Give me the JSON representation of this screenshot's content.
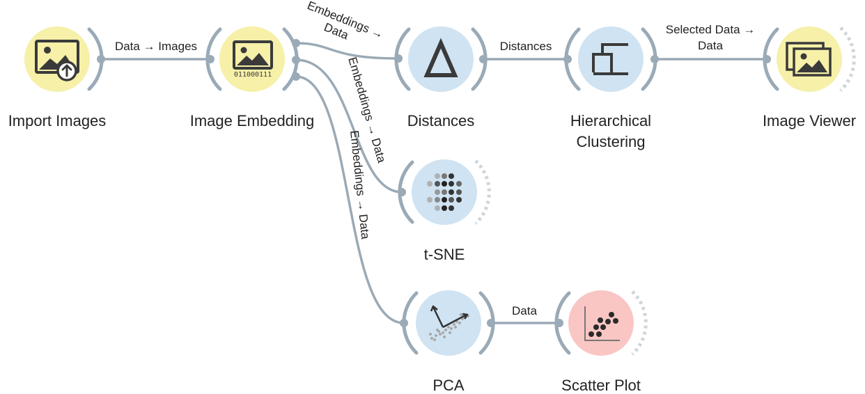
{
  "widgets": {
    "import_images": {
      "label": "Import Images"
    },
    "image_embedding": {
      "label": "Image Embedding",
      "icon_text": "011000111"
    },
    "distances": {
      "label": "Distances"
    },
    "hierarchical_clustering": {
      "label_line1": "Hierarchical",
      "label_line2": "Clustering"
    },
    "image_viewer": {
      "label": "Image Viewer"
    },
    "tsne": {
      "label": "t-SNE"
    },
    "pca": {
      "label": "PCA"
    },
    "scatter_plot": {
      "label": "Scatter Plot"
    }
  },
  "links": {
    "import_to_embedding": "Data → Images",
    "embedding_to_distances_line1": "Embeddings →",
    "embedding_to_distances_line2": "Data",
    "distances_to_clustering": "Distances",
    "clustering_to_viewer_line1": "Selected Data →",
    "clustering_to_viewer_line2": "Data",
    "embedding_to_tsne": "Embeddings → Data",
    "embedding_to_pca": "Embeddings → Data",
    "pca_to_scatter": "Data"
  },
  "colors": {
    "yellow_node": "#f6f0a8",
    "blue_node": "#cfe3f2",
    "red_node": "#f9c6c4",
    "link": "#9aaab6",
    "icon_dark": "#3a3a3a"
  },
  "icons": {
    "import_images": "image-upload-icon",
    "image_embedding": "image-binary-icon",
    "distances": "delta-icon",
    "hierarchical_clustering": "dendrogram-icon",
    "image_viewer": "image-stack-icon",
    "tsne": "dot-grid-icon",
    "pca": "pca-arrows-icon",
    "scatter_plot": "scatter-icon"
  }
}
